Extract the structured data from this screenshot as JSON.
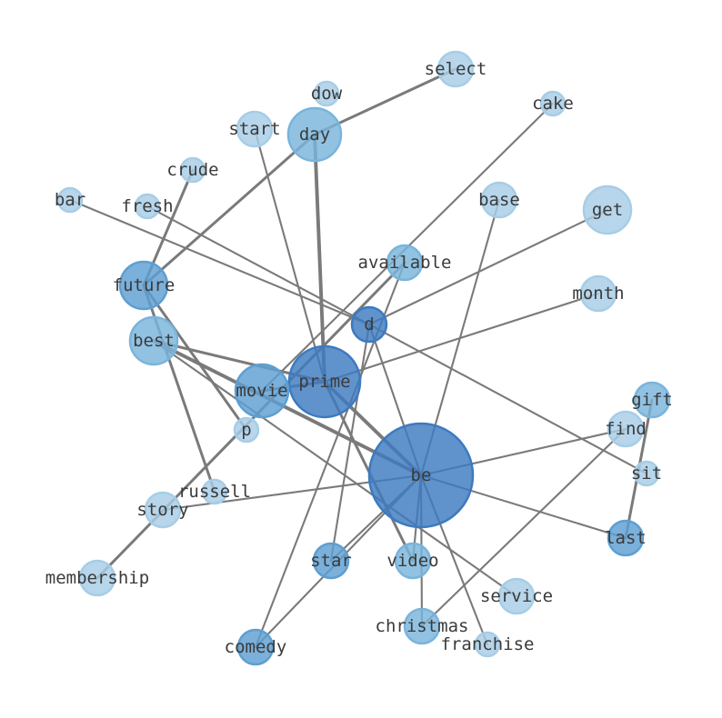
{
  "graph": {
    "nodes": [
      {
        "id": "be",
        "label": "be",
        "weight": 10,
        "color": "#3d7abf"
      },
      {
        "id": "prime",
        "label": "prime",
        "weight": 6,
        "color": "#3d7abf"
      },
      {
        "id": "day",
        "label": "day",
        "weight": 5,
        "color": "#79b4dc"
      },
      {
        "id": "movie",
        "label": "movie",
        "weight": 5,
        "color": "#5d9fd2"
      },
      {
        "id": "d",
        "label": "d",
        "weight": 3,
        "color": "#3d7abf"
      },
      {
        "id": "future",
        "label": "future",
        "weight": 4,
        "color": "#5d9fd2"
      },
      {
        "id": "best",
        "label": "best",
        "weight": 4,
        "color": "#79b4dc"
      },
      {
        "id": "get",
        "label": "get",
        "weight": 4,
        "color": "#a7cde6"
      },
      {
        "id": "month",
        "label": "month",
        "weight": 3,
        "color": "#a7cde6"
      },
      {
        "id": "start",
        "label": "start",
        "weight": 3,
        "color": "#a7cde6"
      },
      {
        "id": "select",
        "label": "select",
        "weight": 3,
        "color": "#a7cde6"
      },
      {
        "id": "dow",
        "label": "dow",
        "weight": 2,
        "color": "#a7cde6"
      },
      {
        "id": "cake",
        "label": "cake",
        "weight": 2,
        "color": "#a7cde6"
      },
      {
        "id": "crude",
        "label": "crude",
        "weight": 2,
        "color": "#a7cde6"
      },
      {
        "id": "bar",
        "label": "bar",
        "weight": 2,
        "color": "#a7cde6"
      },
      {
        "id": "fresh",
        "label": "fresh",
        "weight": 2,
        "color": "#a7cde6"
      },
      {
        "id": "base",
        "label": "base",
        "weight": 3,
        "color": "#a7cde6"
      },
      {
        "id": "available",
        "label": "available",
        "weight": 3,
        "color": "#79b4dc"
      },
      {
        "id": "p",
        "label": "p",
        "weight": 2,
        "color": "#a7cde6"
      },
      {
        "id": "gift",
        "label": "gift",
        "weight": 3,
        "color": "#79b4dc"
      },
      {
        "id": "find",
        "label": "find",
        "weight": 3,
        "color": "#a7cde6"
      },
      {
        "id": "sit",
        "label": "sit",
        "weight": 2,
        "color": "#a7cde6"
      },
      {
        "id": "russell",
        "label": "russell",
        "weight": 2,
        "color": "#a7cde6"
      },
      {
        "id": "story",
        "label": "story",
        "weight": 3,
        "color": "#a7cde6"
      },
      {
        "id": "membership",
        "label": "membership",
        "weight": 3,
        "color": "#a7cde6"
      },
      {
        "id": "star",
        "label": "star",
        "weight": 3,
        "color": "#5d9fd2"
      },
      {
        "id": "video",
        "label": "video",
        "weight": 3,
        "color": "#79b4dc"
      },
      {
        "id": "last",
        "label": "last",
        "weight": 3,
        "color": "#5d9fd2"
      },
      {
        "id": "service",
        "label": "service",
        "weight": 3,
        "color": "#a7cde6"
      },
      {
        "id": "christmas",
        "label": "christmas",
        "weight": 3,
        "color": "#79b4dc"
      },
      {
        "id": "franchise",
        "label": "franchise",
        "weight": 2,
        "color": "#a7cde6"
      },
      {
        "id": "comedy",
        "label": "comedy",
        "weight": 3,
        "color": "#5d9fd2"
      }
    ],
    "edges": [
      {
        "source": "be",
        "target": "prime",
        "weight": 3
      },
      {
        "source": "be",
        "target": "base",
        "weight": 1
      },
      {
        "source": "be",
        "target": "d",
        "weight": 1
      },
      {
        "source": "be",
        "target": "find",
        "weight": 1
      },
      {
        "source": "be",
        "target": "last",
        "weight": 1
      },
      {
        "source": "be",
        "target": "story",
        "weight": 1
      },
      {
        "source": "be",
        "target": "star",
        "weight": 1
      },
      {
        "source": "be",
        "target": "video",
        "weight": 1
      },
      {
        "source": "be",
        "target": "christmas",
        "weight": 1
      },
      {
        "source": "be",
        "target": "franchise",
        "weight": 1
      },
      {
        "source": "be",
        "target": "comedy",
        "weight": 1
      },
      {
        "source": "be",
        "target": "best",
        "weight": 3
      },
      {
        "source": "prime",
        "target": "day",
        "weight": 3
      },
      {
        "source": "prime",
        "target": "best",
        "weight": 2
      },
      {
        "source": "prime",
        "target": "movie",
        "weight": 2
      },
      {
        "source": "prime",
        "target": "month",
        "weight": 1
      },
      {
        "source": "prime",
        "target": "video",
        "weight": 2
      },
      {
        "source": "prime",
        "target": "start",
        "weight": 1
      },
      {
        "source": "day",
        "target": "select",
        "weight": 2
      },
      {
        "source": "day",
        "target": "future",
        "weight": 2
      },
      {
        "source": "d",
        "target": "get",
        "weight": 1
      },
      {
        "source": "d",
        "target": "bar",
        "weight": 1
      },
      {
        "source": "d",
        "target": "fresh",
        "weight": 1
      },
      {
        "source": "d",
        "target": "sit",
        "weight": 1
      },
      {
        "source": "d",
        "target": "star",
        "weight": 1
      },
      {
        "source": "future",
        "target": "crude",
        "weight": 2
      },
      {
        "source": "future",
        "target": "russell",
        "weight": 2
      },
      {
        "source": "future",
        "target": "p",
        "weight": 2
      },
      {
        "source": "best",
        "target": "service",
        "weight": 1
      },
      {
        "source": "cake",
        "target": "movie",
        "weight": 1
      },
      {
        "source": "available",
        "target": "membership",
        "weight": 2
      },
      {
        "source": "available",
        "target": "comedy",
        "weight": 1
      },
      {
        "source": "gift",
        "target": "last",
        "weight": 2
      },
      {
        "source": "find",
        "target": "christmas",
        "weight": 1
      }
    ]
  }
}
